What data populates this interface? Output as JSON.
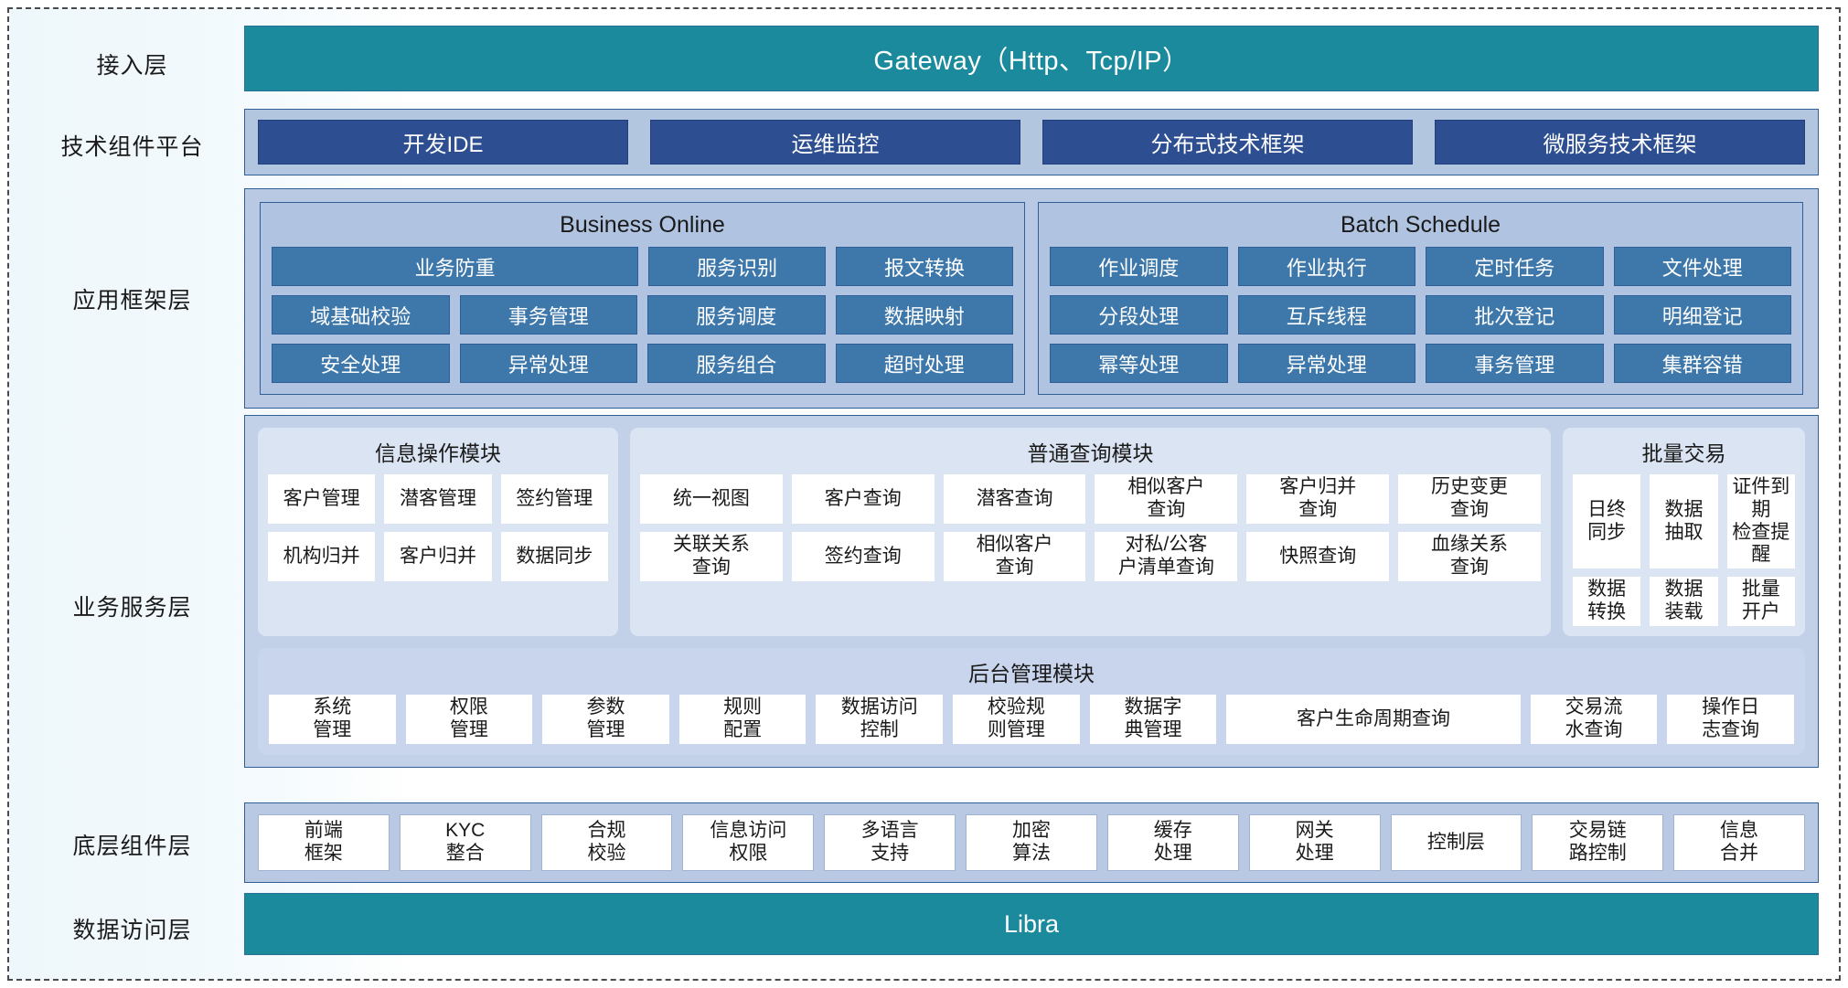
{
  "layers": {
    "access": {
      "label": "接入层",
      "gateway": "Gateway（Http、Tcp/IP）"
    },
    "tech_platform": {
      "label": "技术组件平台",
      "chips": [
        "开发IDE",
        "运维监控",
        "分布式技术框架",
        "微服务技术框架"
      ]
    },
    "app_framework": {
      "label": "应用框架层",
      "groups": [
        {
          "title": "Business Online",
          "rows": [
            [
              "业务防重",
              "服务识别",
              "报文转换"
            ],
            [
              "域基础校验",
              "事务管理",
              "服务调度",
              "数据映射"
            ],
            [
              "安全处理",
              "异常处理",
              "服务组合",
              "超时处理"
            ]
          ]
        },
        {
          "title": "Batch Schedule",
          "rows": [
            [
              "作业调度",
              "作业执行",
              "定时任务",
              "文件处理"
            ],
            [
              "分段处理",
              "互斥线程",
              "批次登记",
              "明细登记"
            ],
            [
              "幂等处理",
              "异常处理",
              "事务管理",
              "集群容错"
            ]
          ]
        }
      ]
    },
    "business_service": {
      "label": "业务服务层",
      "groups": [
        {
          "title": "信息操作模块",
          "rows": [
            [
              "客户管理",
              "潜客管理",
              "签约管理"
            ],
            [
              "机构归并",
              "客户归并",
              "数据同步"
            ]
          ]
        },
        {
          "title": "普通查询模块",
          "rows": [
            [
              "统一视图",
              "客户查询",
              "潜客查询",
              "相似客户\n查询",
              "客户归并\n查询",
              "历史变更\n查询"
            ],
            [
              "关联关系\n查询",
              "签约查询",
              "相似客户\n查询",
              "对私/公客\n户清单查询",
              "快照查询",
              "血缘关系\n查询"
            ]
          ]
        },
        {
          "title": "批量交易",
          "rows": [
            [
              "日终\n同步",
              "数据\n抽取",
              "证件到期\n检查提醒"
            ],
            [
              "数据\n转换",
              "数据\n装载",
              "批量\n开户"
            ]
          ]
        }
      ],
      "admin": {
        "title": "后台管理模块",
        "cells": [
          {
            "text": "系统\n管理",
            "wide": false
          },
          {
            "text": "权限\n管理",
            "wide": false
          },
          {
            "text": "参数\n管理",
            "wide": false
          },
          {
            "text": "规则\n配置",
            "wide": false
          },
          {
            "text": "数据访问\n控制",
            "wide": false
          },
          {
            "text": "校验规\n则管理",
            "wide": false
          },
          {
            "text": "数据字\n典管理",
            "wide": false
          },
          {
            "text": "客户生命周期查询",
            "wide": true
          },
          {
            "text": "交易流\n水查询",
            "wide": false
          },
          {
            "text": "操作日\n志查询",
            "wide": false
          }
        ]
      }
    },
    "base_components": {
      "label": "底层组件层",
      "cells": [
        {
          "text": "前端\n框架",
          "wide": false
        },
        {
          "text": "KYC\n整合",
          "wide": false
        },
        {
          "text": "合规\n校验",
          "wide": false
        },
        {
          "text": "信息访问\n权限",
          "wide": false
        },
        {
          "text": "多语言\n支持",
          "wide": false
        },
        {
          "text": "加密\n算法",
          "wide": false
        },
        {
          "text": "缓存\n处理",
          "wide": false
        },
        {
          "text": "网关\n处理",
          "wide": false
        },
        {
          "text": "控制层",
          "wide": false
        },
        {
          "text": "交易链\n路控制",
          "wide": false
        },
        {
          "text": "信息\n合并",
          "wide": false
        }
      ]
    },
    "data_access": {
      "label": "数据访问层",
      "libra": "Libra"
    }
  },
  "colors": {
    "teal_bar": "#1a8a9c",
    "dark_blue_chip": "#2d4e91",
    "mid_blue_cell": "#3e78ab",
    "panel_blue": "#b9c9e4",
    "group_light": "#dbe4f3",
    "white_cell": "#ffffff",
    "border_blue": "#2f5f96"
  }
}
